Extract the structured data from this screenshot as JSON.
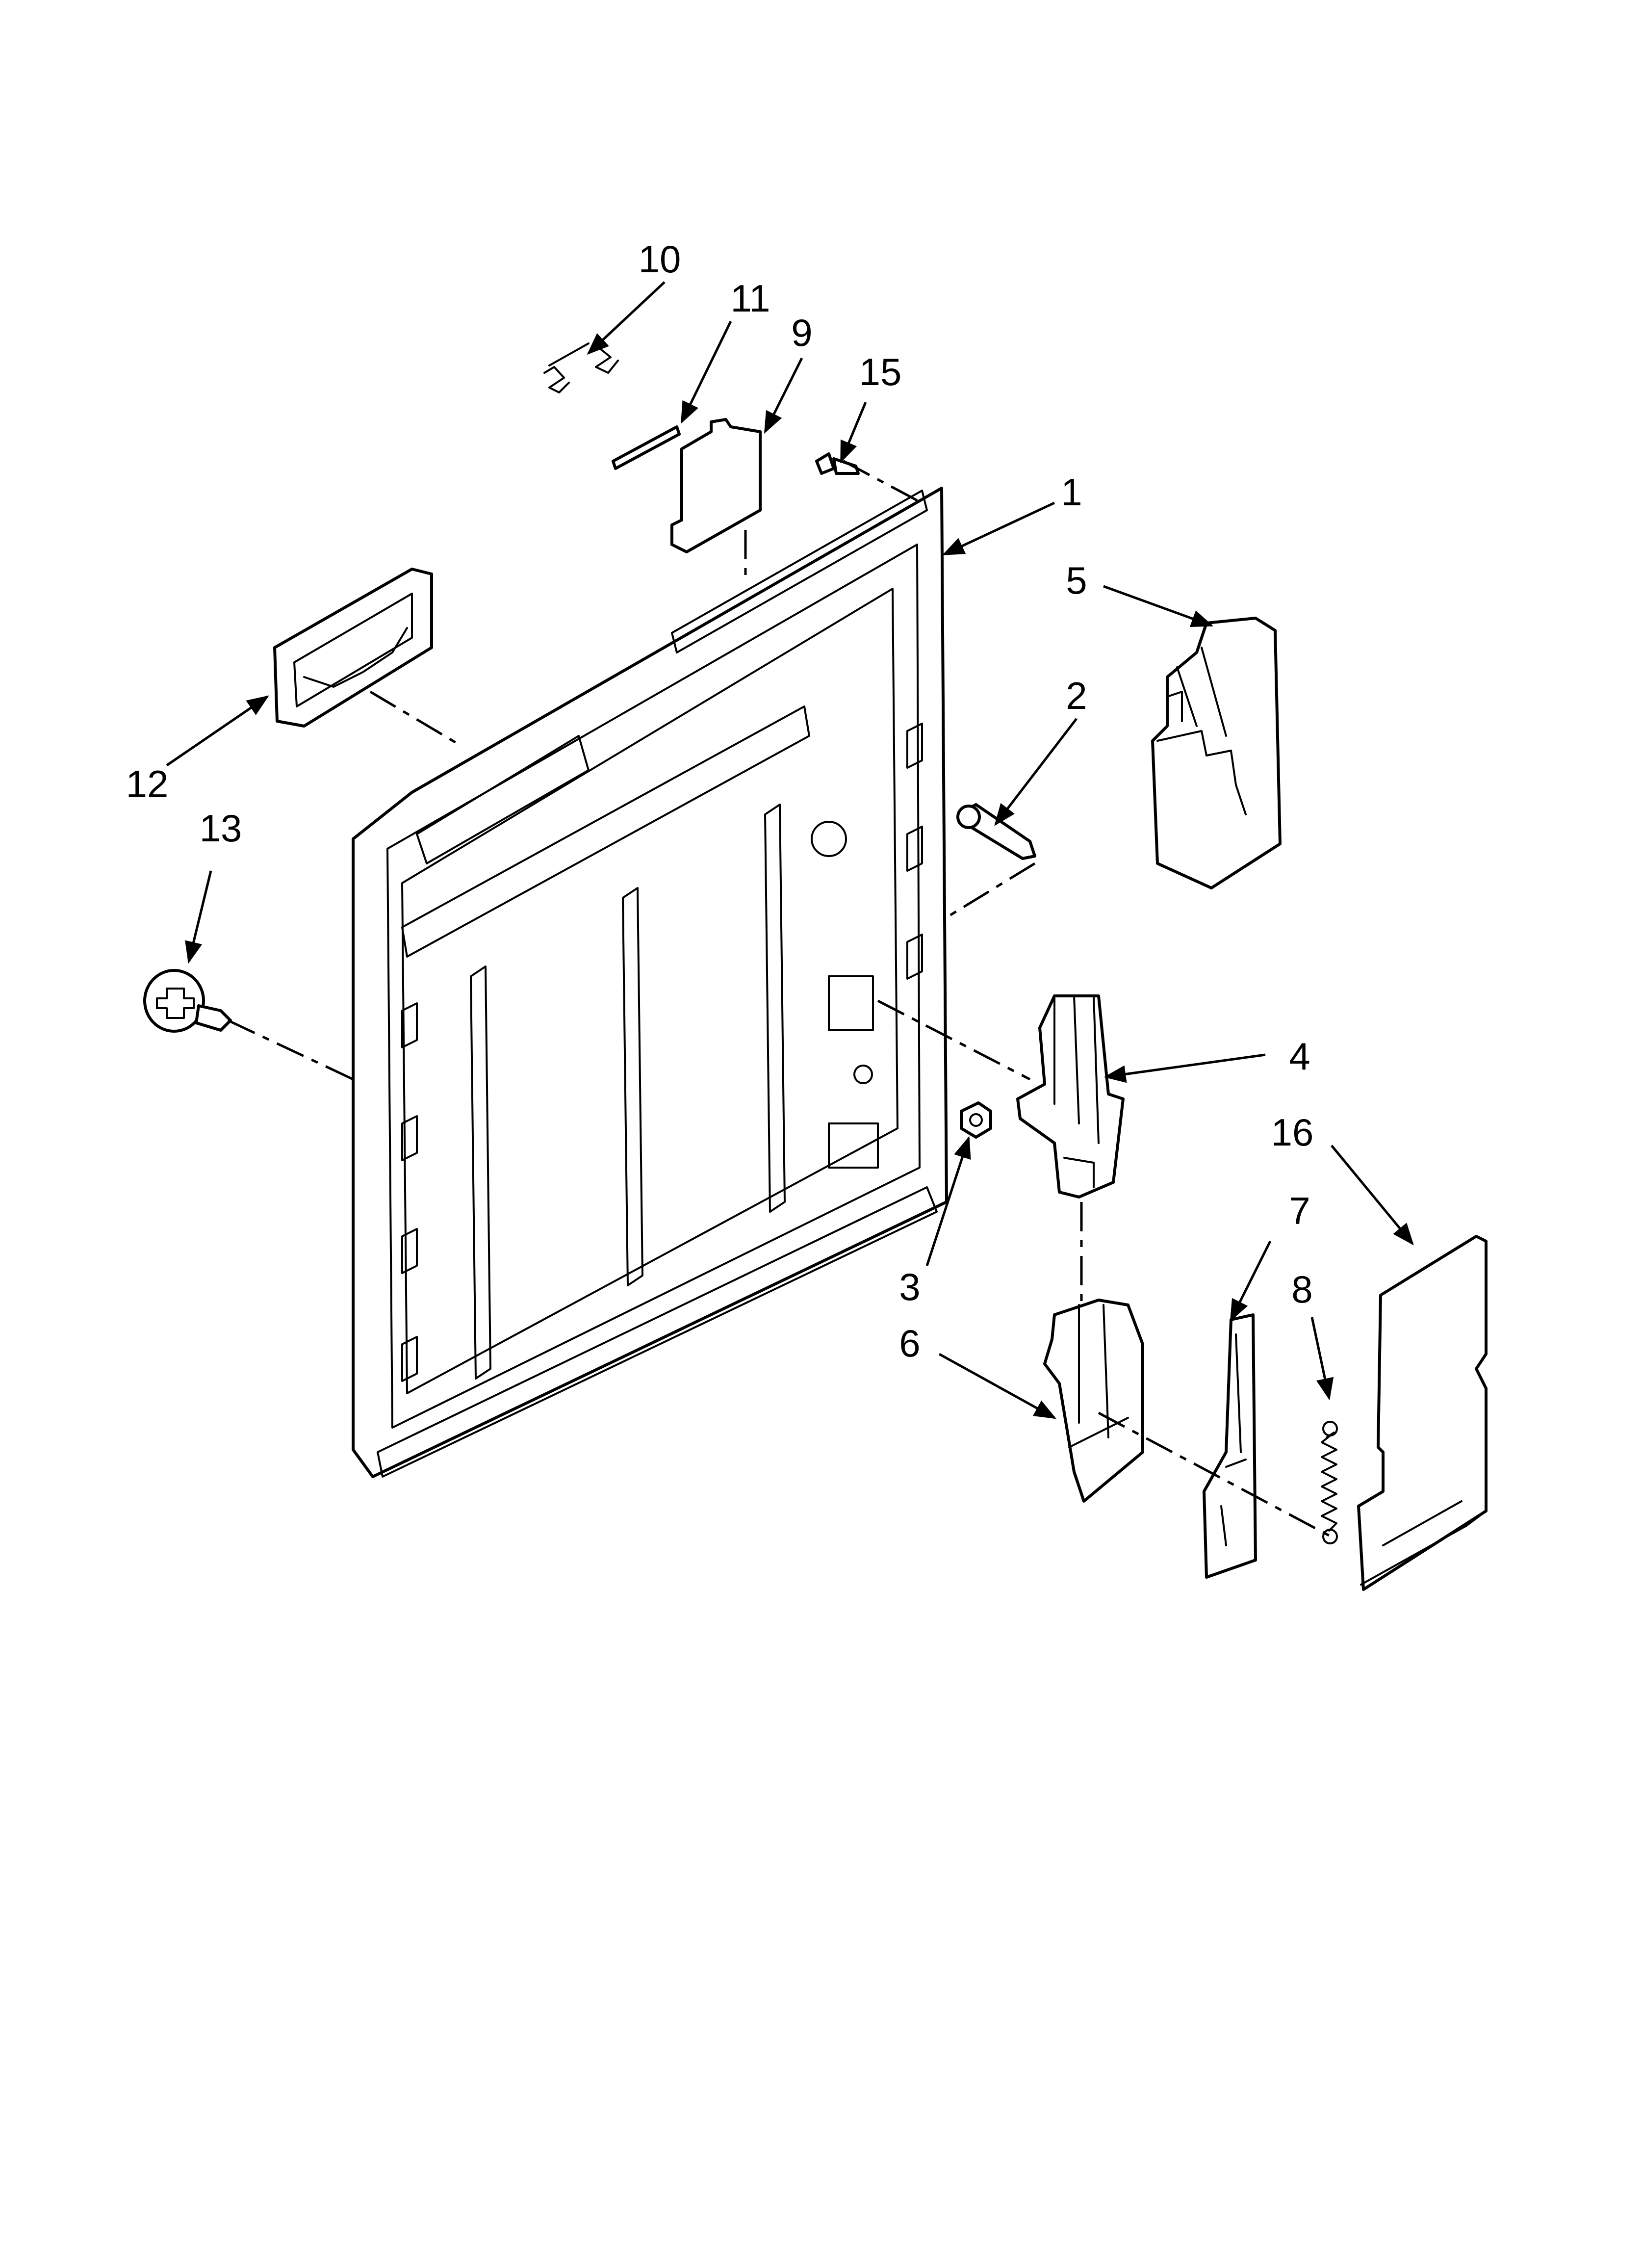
{
  "diagram": {
    "callouts": {
      "c1": "1",
      "c2": "2",
      "c3": "3",
      "c4": "4",
      "c5": "5",
      "c6": "6",
      "c7": "7",
      "c8": "8",
      "c9": "9",
      "c10": "10",
      "c11": "11",
      "c12": "12",
      "c13": "13",
      "c15": "15",
      "c16": "16"
    },
    "colors": {
      "line": "#000000",
      "background": "#ffffff"
    }
  }
}
